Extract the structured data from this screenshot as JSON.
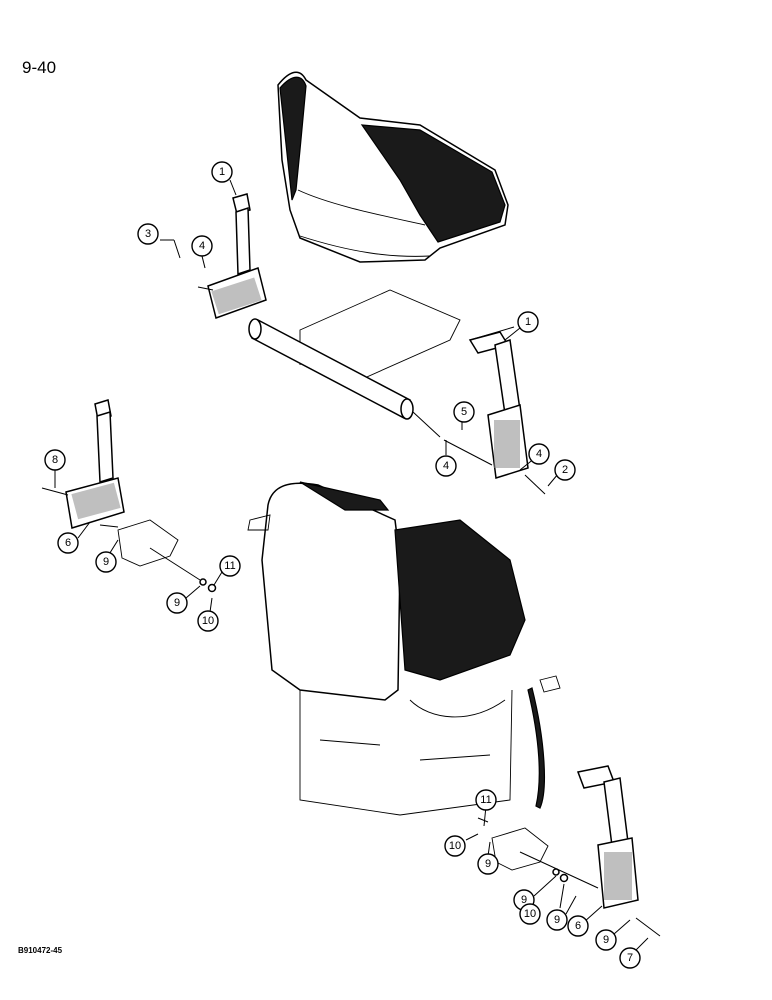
{
  "page": {
    "number": "9-40",
    "figure_code": "B910472-45"
  },
  "callouts": [
    {
      "id": "c1-upper-left",
      "label": "1"
    },
    {
      "id": "c1-upper-right",
      "label": "1"
    },
    {
      "id": "c2",
      "label": "2"
    },
    {
      "id": "c3",
      "label": "3"
    },
    {
      "id": "c4-upper-left",
      "label": "4"
    },
    {
      "id": "c4-right-a",
      "label": "4"
    },
    {
      "id": "c4-right-b",
      "label": "4"
    },
    {
      "id": "c5",
      "label": "5"
    },
    {
      "id": "c6-left",
      "label": "6"
    },
    {
      "id": "c6-lower-right",
      "label": "6"
    },
    {
      "id": "c7",
      "label": "7"
    },
    {
      "id": "c8",
      "label": "8"
    },
    {
      "id": "c9-left-a",
      "label": "9"
    },
    {
      "id": "c9-left-b",
      "label": "9"
    },
    {
      "id": "c9-lower-a",
      "label": "9"
    },
    {
      "id": "c9-lower-b",
      "label": "9"
    },
    {
      "id": "c9-lower-c",
      "label": "9"
    },
    {
      "id": "c9-lower-d",
      "label": "9"
    },
    {
      "id": "c10-left",
      "label": "10"
    },
    {
      "id": "c10-lower-a",
      "label": "10"
    },
    {
      "id": "c10-lower-b",
      "label": "10"
    },
    {
      "id": "c11-left",
      "label": "11"
    },
    {
      "id": "c11-lower",
      "label": "11"
    }
  ]
}
